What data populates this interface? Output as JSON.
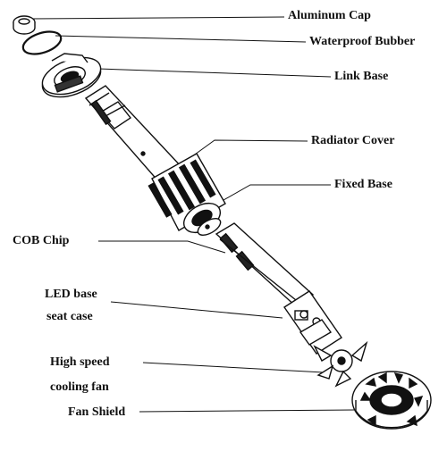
{
  "labels": {
    "aluminum_cap": "Aluminum Cap",
    "waterproof_bubber": "Waterproof Bubber",
    "link_base": "Link Base",
    "radiator_cover": "Radiator Cover",
    "fixed_base": "Fixed Base",
    "cob_chip": "COB Chip",
    "led_base_line1": "LED base",
    "led_base_line2": "seat case",
    "fan_line1": "High speed",
    "fan_line2": "cooling fan",
    "fan_shield": "Fan Shield"
  },
  "colors": {
    "line": "#111111",
    "background": "#ffffff"
  }
}
